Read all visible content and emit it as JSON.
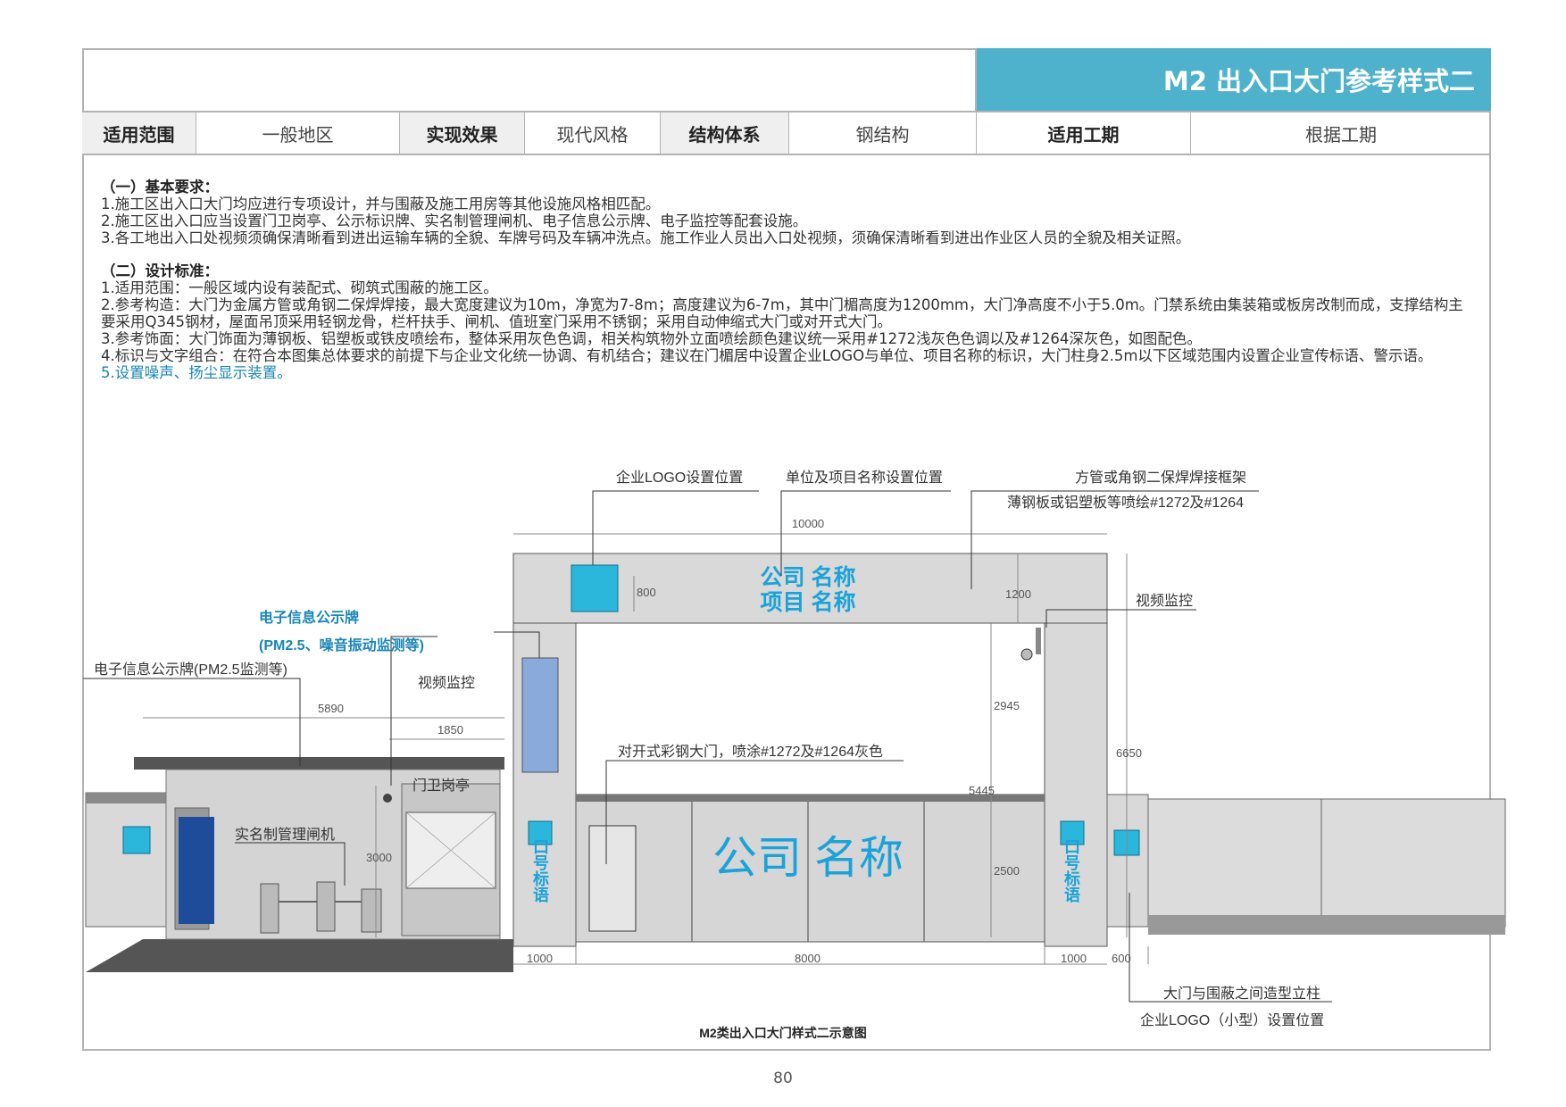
{
  "header": {
    "title": "M2 出入口大门参考样式二",
    "cells": [
      {
        "label": "适用范围",
        "value": "一般地区"
      },
      {
        "label": "实现效果",
        "value": "现代风格"
      },
      {
        "label": "结构体系",
        "value": "钢结构"
      },
      {
        "label": "适用工期",
        "value": "根据工期"
      }
    ]
  },
  "requirements": {
    "heading": "（一）基本要求：",
    "items": [
      "1.施工区出入口大门均应进行专项设计，并与围蔽及施工用房等其他设施风格相匹配。",
      "2.施工区出入口应当设置门卫岗亭、公示标识牌、实名制管理闸机、电子信息公示牌、电子监控等配套设施。",
      "3.各工地出入口处视频须确保清晰看到进出运输车辆的全貌、车牌号码及车辆冲洗点。施工作业人员出入口处视频，须确保清晰看到进出作业区人员的全貌及相关证照。"
    ]
  },
  "standards": {
    "heading": "（二）设计标准：",
    "items": [
      "1.适用范围：一般区域内设有装配式、砌筑式围蔽的施工区。",
      "2.参考构造：大门为金属方管或角钢二保焊焊接，最大宽度建议为10m，净宽为7-8m；高度建议为6-7m，其中门楣高度为1200mm，大门净高度不小于5.0m。门禁系统由集装箱或板房改制而成，支撑结构主要采用Q345钢材，屋面吊顶采用轻钢龙骨，栏杆扶手、闸机、值班室门采用不锈钢；采用自动伸缩式大门或对开式大门。",
      "3.参考饰面：大门饰面为薄钢板、铝塑板或铁皮喷绘布，整体采用灰色色调，相关构筑物外立面喷绘颜色建议统一采用#1272浅灰色色调以及#1264深灰色，如图配色。",
      "4.标识与文字组合：在符合本图集总体要求的前提下与企业文化统一协调、有机结合；建议在门楣居中设置企业LOGO与单位、项目名称的标识，大门柱身2.5m以下区域范围内设置企业宣传标语、警示语。"
    ],
    "highlight": "5.设置噪声、扬尘显示装置。"
  },
  "diagram": {
    "caption": "M2类出入口大门样式二示意图",
    "labels": {
      "logo_pos": "企业LOGO设置位置",
      "name_pos": "单位及项目名称设置位置",
      "frame1": "方管或角钢二保焊焊接框架",
      "frame2": "薄钢板或铝塑板等喷绘#1272及#1264",
      "cam_right": "视频监控",
      "cam_left": "视频监控",
      "board_blue1": "电子信息公示牌",
      "board_blue2": "(PM2.5、噪音振动监测等)",
      "board_left": "电子信息公示牌(PM2.5监测等)",
      "gate_door": "对开式彩钢大门，喷涂#1272及#1264灰色",
      "turnstile": "实名制管理闸机",
      "guard_booth": "门卫岗亭",
      "pillar": "大门与围蔽之间造型立柱",
      "small_logo": "企业LOGO（小型）设置位置",
      "company1": "公司 名称",
      "company2": "项目 名称",
      "gate_company": "公司  名称",
      "slogan": "口号标语"
    },
    "dims": {
      "d10000": "10000",
      "d800": "800",
      "d1200": "1200",
      "d2945": "2945",
      "d6650": "6650",
      "d5445": "5445",
      "d2500": "2500",
      "d5890": "5890",
      "d1850": "1850",
      "d3000": "3000",
      "d1000a": "1000",
      "d8000": "8000",
      "d1000b": "1000",
      "d600": "600"
    }
  },
  "page_number": "80"
}
